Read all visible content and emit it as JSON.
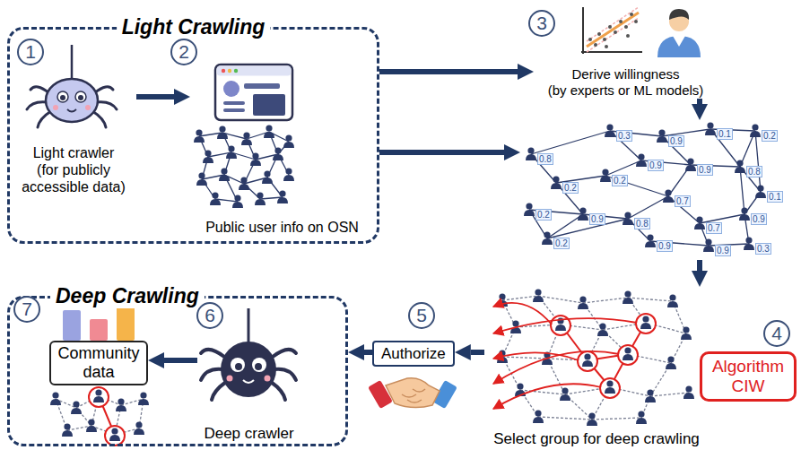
{
  "diagram": {
    "nodes": [
      {
        "text": [
          "Light Crawling"
        ]
      },
      {
        "text": [
          "Light crawler",
          "(for publicly accessible data)"
        ],
        "in": 0
      },
      {
        "text": [
          "Public user info on OSN"
        ],
        "in": 0
      },
      {
        "text": [
          "Derive willingness",
          "(by experts or ML models)"
        ]
      },
      {
        "text": [
          "0.3",
          "0.9",
          "0.1",
          "0.2",
          "0.8",
          "0.9",
          "0.9",
          "0.8",
          "0.2",
          "0.2",
          "0.7",
          "0.1",
          "0.2",
          "0.9",
          "0.8",
          "0.7",
          "0.9",
          "0.2",
          "0.9",
          "0.9",
          "0.3"
        ]
      },
      {
        "text": [
          "Select group for deep crawling"
        ]
      },
      {
        "text": [
          "Algorithm CIW"
        ]
      },
      {
        "text": [
          "Deep Crawling"
        ]
      },
      {
        "text": [
          "Community data"
        ],
        "in": 7
      },
      {
        "text": [
          "Deep crawler"
        ],
        "in": 7
      },
      {
        "text": [
          "Authorize"
        ]
      }
    ],
    "edges": [
      {
        "from": 1,
        "to": 2,
        "arrow": "to"
      },
      {
        "from": 0,
        "to": 3,
        "arrow": "to"
      },
      {
        "from": 0,
        "to": 4,
        "arrow": "to"
      },
      {
        "from": 3,
        "to": 4,
        "arrow": "to"
      },
      {
        "from": 4,
        "to": 5,
        "arrow": "to"
      },
      {
        "from": 5,
        "to": 10,
        "arrow": "to"
      },
      {
        "from": 10,
        "to": 7,
        "arrow": "to"
      },
      {
        "from": 9,
        "to": 8,
        "arrow": "to"
      }
    ],
    "labels": [
      "1",
      "2",
      "3",
      "4",
      "5",
      "6",
      "7"
    ]
  }
}
